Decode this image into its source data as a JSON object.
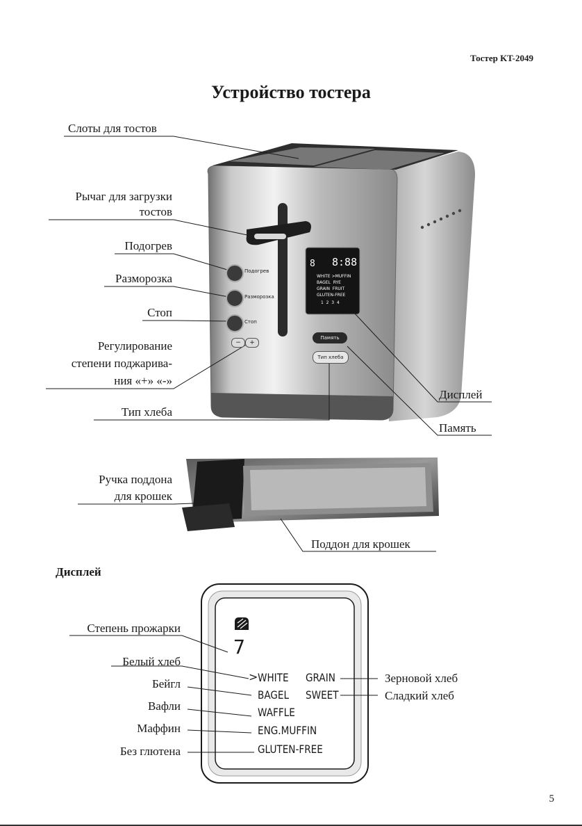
{
  "header": "Тостер KT-2049",
  "title": "Устройство тостера",
  "labels": {
    "slots": "Слоты для тостов",
    "lever_1": "Рычаг для загрузки",
    "lever_2": "тостов",
    "reheat": "Подогрев",
    "defrost": "Разморозка",
    "stop": "Стоп",
    "adjust_1": "Регулирование",
    "adjust_2": "степени поджарива-",
    "adjust_3": "ния «+» «-»",
    "bread_type": "Тип хлеба",
    "display": "Дисплей",
    "memory": "Память",
    "tray_handle_1": "Ручка поддона",
    "tray_handle_2": "для крошек",
    "tray": "Поддон для крошек"
  },
  "toaster_buttons": {
    "reheat": "Подогрев",
    "defrost": "Разморозка",
    "stop": "Стоп",
    "minus": "−",
    "plus": "+",
    "memory": "Память",
    "bread_type": "Тип хлеба"
  },
  "small_display": {
    "time": "8:88",
    "level": "8",
    "line1": "WHITE >MUFFIN",
    "line2": "BAGEL  RYE",
    "line3": "GRAIN  FRUIT",
    "line4": "GLUTEN-FREE",
    "slots": "1  2  3  4"
  },
  "section_display": "Дисплей",
  "display_labels": {
    "degree": "Степень прожарки",
    "white": "Белый хлеб",
    "bagel": "Бейгл",
    "waffle": "Вафли",
    "muffin": "Маффин",
    "gluten": "Без глютена",
    "grain": "Зерновой хлеб",
    "sweet": "Сладкий хлеб"
  },
  "display_texts": {
    "white": "WHITE",
    "grain": "GRAIN",
    "bagel": "BAGEL",
    "sweet": "SWEET",
    "waffle": "WAFFLE",
    "muffin": "ENG.MUFFIN",
    "gluten": "GLUTEN-FREE",
    "level": "7",
    "arrow": ">"
  },
  "page_number": "5"
}
